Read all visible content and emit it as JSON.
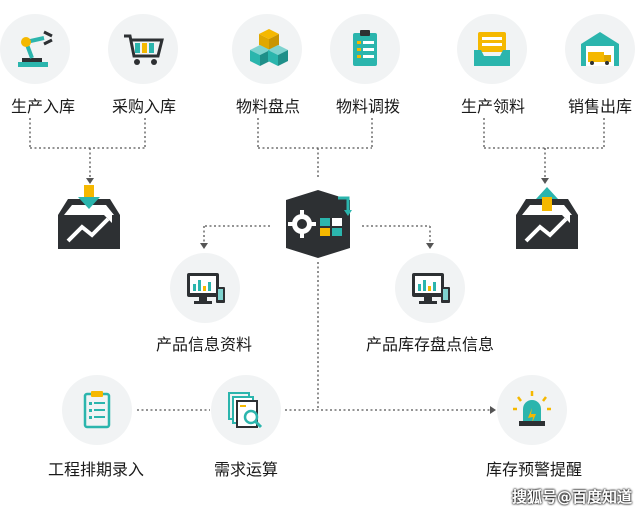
{
  "top_nodes": [
    {
      "label": "生产入库",
      "icon": "robot-arm-icon"
    },
    {
      "label": "采购入库",
      "icon": "shopping-cart-icon"
    },
    {
      "label": "物料盘点",
      "icon": "boxes-icon"
    },
    {
      "label": "物料调拨",
      "icon": "checklist-icon"
    },
    {
      "label": "生产领料",
      "icon": "tray-icon"
    },
    {
      "label": "销售出库",
      "icon": "warehouse-truck-icon"
    }
  ],
  "mid_nodes": [
    {
      "label": "产品信息资料",
      "icon": "monitor-report-icon"
    },
    {
      "label": "产品库存盘点信息",
      "icon": "monitor-report-icon"
    }
  ],
  "bottom_nodes": [
    {
      "label": "工程排期录入",
      "icon": "clipboard-icon"
    },
    {
      "label": "需求运算",
      "icon": "document-search-icon"
    },
    {
      "label": "库存预警提醒",
      "icon": "alarm-light-icon"
    }
  ],
  "watermark": "搜狐号@百度知道",
  "colors": {
    "teal": "#2bb5ad",
    "yellow": "#f5b800",
    "dark": "#2d3033",
    "circle": "#f1f3f4",
    "line": "#555555"
  }
}
